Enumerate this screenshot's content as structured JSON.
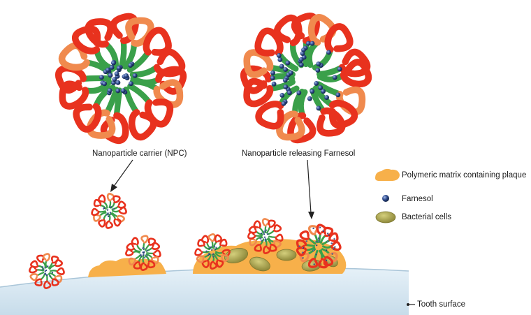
{
  "labels": {
    "npc": "Nanoparticle carrier (NPC)",
    "releasing": "Nanoparticle releasing Farnesol",
    "tooth_surface": "Tooth surface"
  },
  "legend": [
    {
      "icon": "polymeric-matrix-icon",
      "label": "Polymeric matrix containing plaque"
    },
    {
      "icon": "farnesol-icon",
      "label": "Farnesol"
    },
    {
      "icon": "bacterial-cell-icon",
      "label": "Bacterial cells"
    }
  ],
  "colors": {
    "corona_red": "#e8321e",
    "corona_light": "#f08a4e",
    "core_green": "#3aa04a",
    "farnesol_blue": "#2e4a8c",
    "matrix_orange": "#f7b04a",
    "bacteria_olive": "#a9a24c",
    "tooth_blue": "#d7e8f2"
  }
}
